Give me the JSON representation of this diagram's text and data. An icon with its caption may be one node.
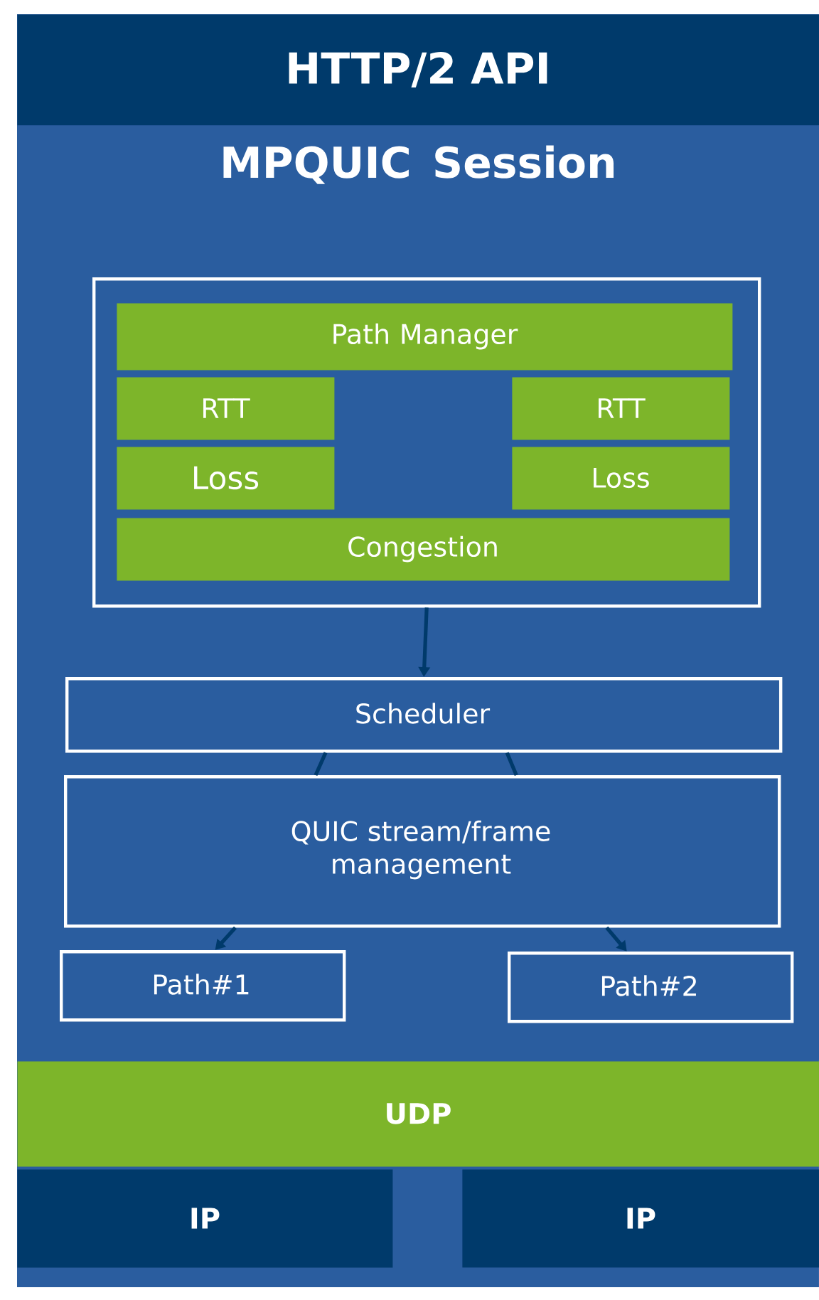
{
  "diagram": {
    "nodes": [
      {
        "text": [
          "HTTP/2 API"
        ]
      },
      {
        "text": [
          "MPQUIC Session"
        ]
      },
      {
        "text": [],
        "shape": "box",
        "in": 1
      },
      {
        "text": [
          "Path Manager"
        ],
        "in": 2
      },
      {
        "text": [
          "RTT"
        ],
        "in": 2
      },
      {
        "text": [
          "RTT"
        ],
        "in": 2
      },
      {
        "text": [
          "Loss"
        ],
        "in": 2
      },
      {
        "text": [
          "Loss"
        ],
        "in": 2
      },
      {
        "text": [
          "Congestion"
        ],
        "in": 2
      },
      {
        "text": [
          "Scheduler"
        ],
        "in": 1
      },
      {
        "text": [
          "QUIC stream/frame management"
        ],
        "in": 1
      },
      {
        "text": [
          "Path#1"
        ],
        "in": 1
      },
      {
        "text": [
          "Path#2"
        ],
        "in": 1
      },
      {
        "text": [
          "UDP"
        ]
      },
      {
        "text": [
          "IP"
        ]
      },
      {
        "text": [
          "IP"
        ]
      }
    ],
    "edges": [
      {
        "from": 2,
        "to": 9,
        "arrow": "to"
      },
      {
        "from": 9,
        "to": 10,
        "arrow": "none"
      },
      {
        "from": 9,
        "to": 10,
        "arrow": "none"
      },
      {
        "from": 10,
        "to": 11,
        "arrow": "to"
      },
      {
        "from": 10,
        "to": 12,
        "arrow": "to"
      }
    ]
  }
}
